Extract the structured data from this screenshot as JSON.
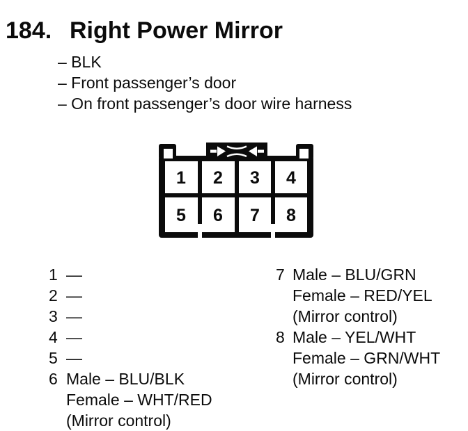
{
  "page": {
    "paper": "#ffffff",
    "ink": "#0b0b0b"
  },
  "title": {
    "number": "184.",
    "text": "Right Power Mirror"
  },
  "details": [
    "– BLK",
    "– Front passenger’s door",
    "– On front passenger’s door wire harness"
  ],
  "connector": {
    "pins": [
      "1",
      "2",
      "3",
      "4",
      "5",
      "6",
      "7",
      "8"
    ]
  },
  "pinout_left": [
    {
      "pin": "1",
      "lines": [
        "—"
      ]
    },
    {
      "pin": "2",
      "lines": [
        "—"
      ]
    },
    {
      "pin": "3",
      "lines": [
        "—"
      ]
    },
    {
      "pin": "4",
      "lines": [
        "—"
      ]
    },
    {
      "pin": "5",
      "lines": [
        "—"
      ]
    },
    {
      "pin": "6",
      "lines": [
        "Male – BLU/BLK",
        "Female – WHT/RED",
        "(Mirror control)"
      ]
    }
  ],
  "pinout_right": [
    {
      "pin": "7",
      "lines": [
        "Male – BLU/GRN",
        "Female – RED/YEL",
        "(Mirror control)"
      ]
    },
    {
      "pin": "8",
      "lines": [
        "Male – YEL/WHT",
        "Female – GRN/WHT",
        "(Mirror control)"
      ]
    }
  ]
}
